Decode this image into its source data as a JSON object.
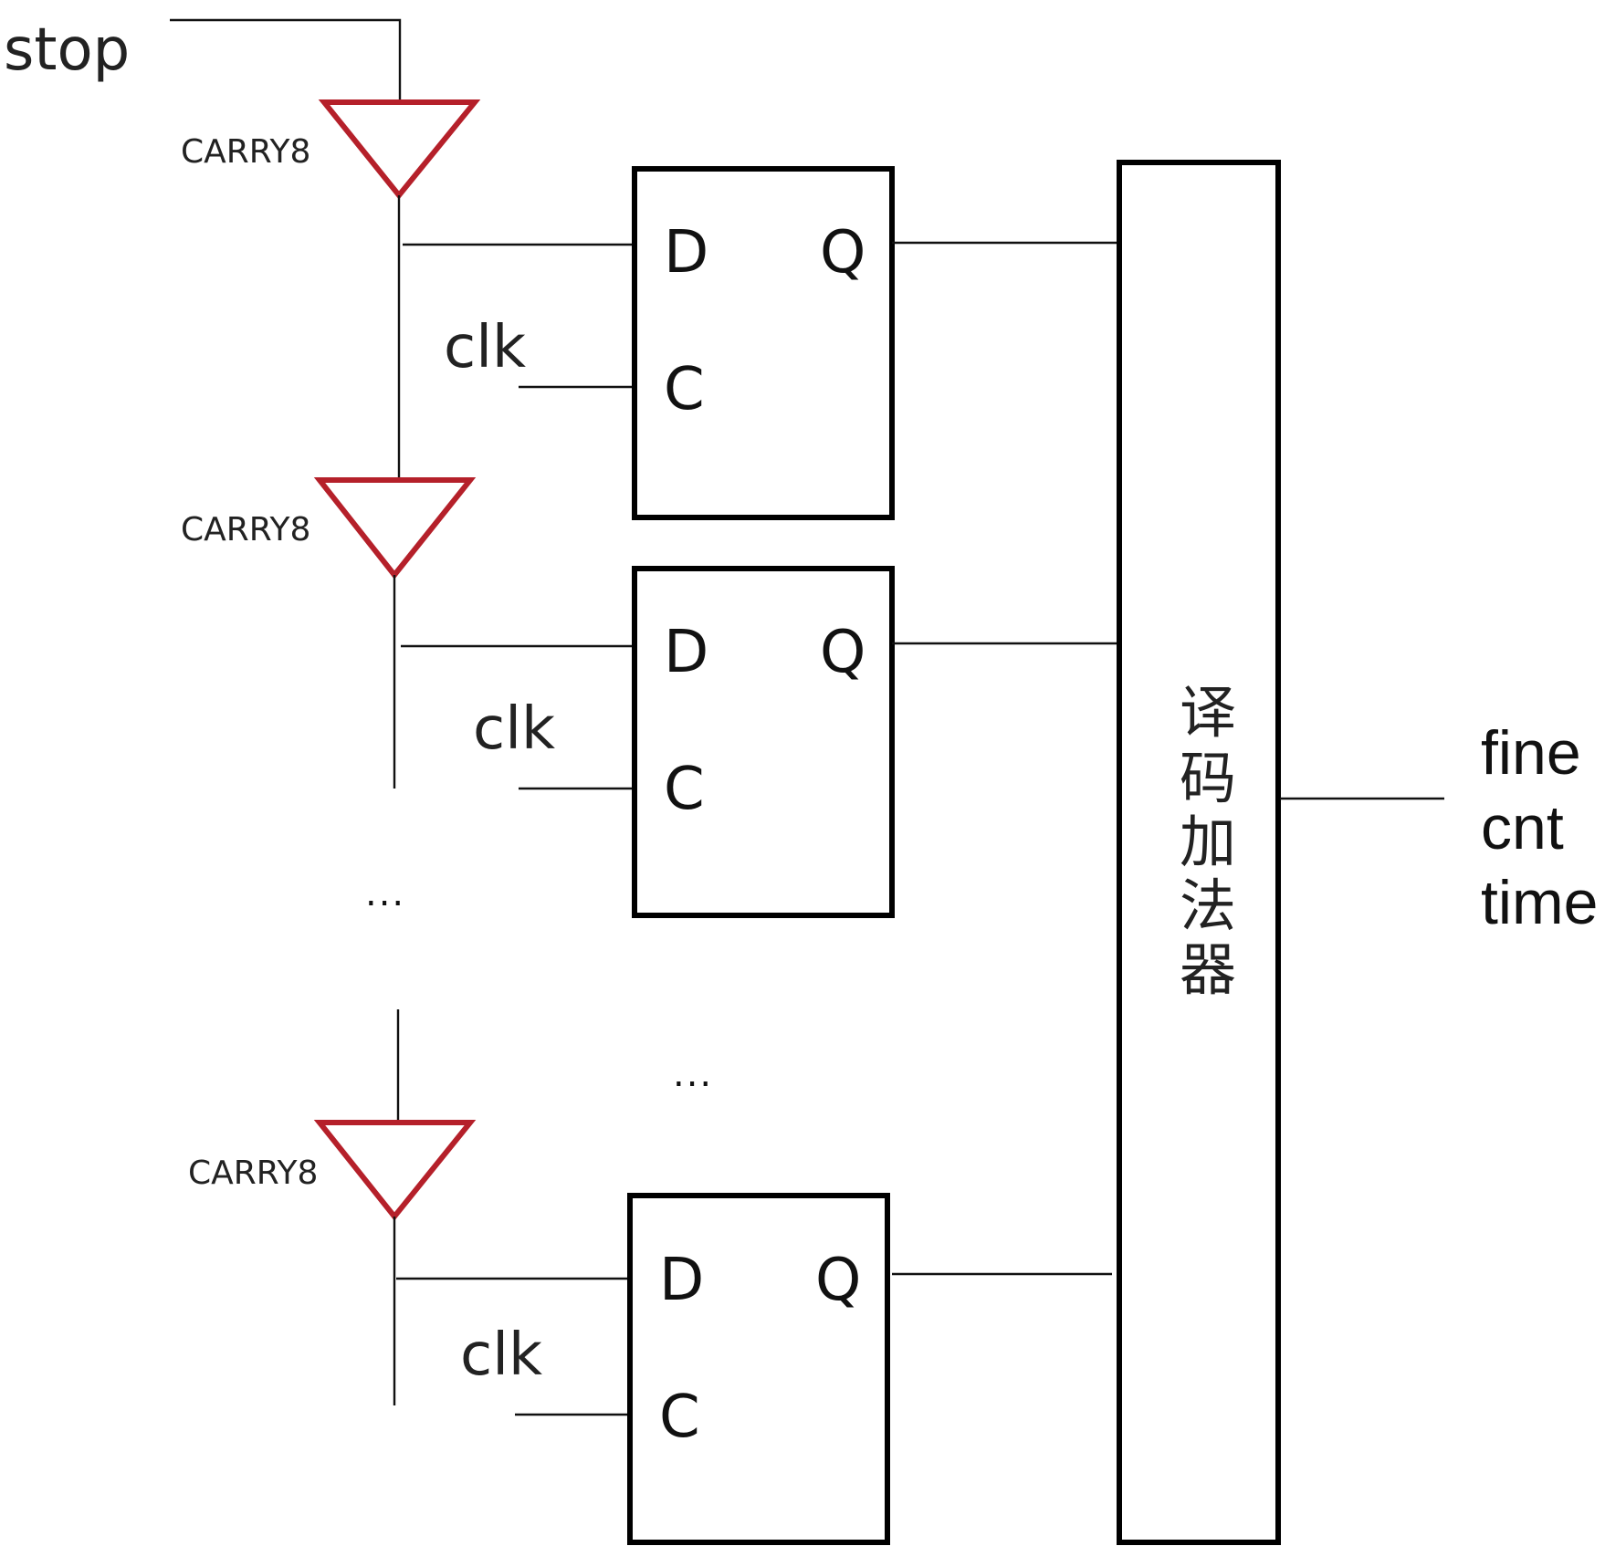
{
  "input": {
    "label": "stop"
  },
  "stages": [
    {
      "buffer_label": "CARRY8",
      "d_label": "D",
      "q_label": "Q",
      "c_label": "C",
      "clk_label": "clk"
    },
    {
      "buffer_label": "CARRY8",
      "d_label": "D",
      "q_label": "Q",
      "c_label": "C",
      "clk_label": "clk"
    },
    {
      "buffer_label": "CARRY8",
      "d_label": "D",
      "q_label": "Q",
      "c_label": "C",
      "clk_label": "clk"
    }
  ],
  "ellipsis": {
    "chain": "...",
    "flipflops": "..."
  },
  "decoder": {
    "chars": [
      "译",
      "码",
      "加",
      "法",
      "器"
    ]
  },
  "output": {
    "lines": [
      "fine",
      "cnt",
      "time"
    ]
  },
  "colors": {
    "buffer": "#b5202a",
    "wire": "#111111"
  }
}
